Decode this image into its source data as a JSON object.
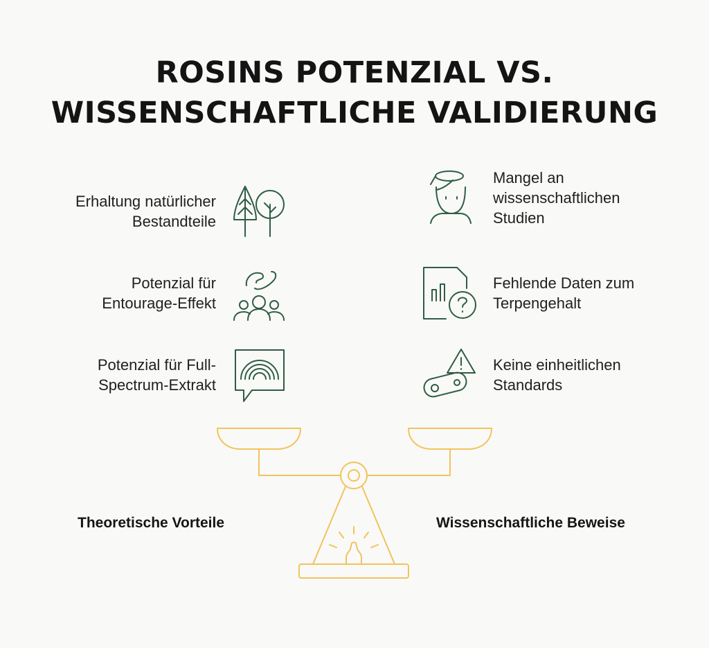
{
  "title": {
    "line1": "ROSINS POTENZIAL VS.",
    "line2": "WISSENSCHAFTLICHE VALIDIERUNG"
  },
  "left_items": [
    {
      "lines": [
        "Erhaltung natürlicher",
        "Bestandteile"
      ],
      "icon": "trees-icon"
    },
    {
      "lines": [
        "Potenzial für",
        "Entourage-Effekt"
      ],
      "icon": "people-group-icon"
    },
    {
      "lines": [
        "Potenzial für Full-",
        "Spectrum-Extrakt"
      ],
      "icon": "spectrum-speech-bubble-icon"
    }
  ],
  "right_items": [
    {
      "lines": [
        "Mangel an",
        "wissenschaftlichen",
        "Studien"
      ],
      "icon": "researcher-icon"
    },
    {
      "lines": [
        "Fehlende Daten zum",
        "Terpengehalt"
      ],
      "icon": "document-question-icon"
    },
    {
      "lines": [
        "Keine einheitlichen",
        "Standards"
      ],
      "icon": "warning-gear-icon"
    }
  ],
  "scale": {
    "left_label": "Theoretische Vorteile",
    "right_label": "Wissenschaftliche Beweise",
    "color": "#f2c35c"
  },
  "icon_color": "#2f5c45"
}
